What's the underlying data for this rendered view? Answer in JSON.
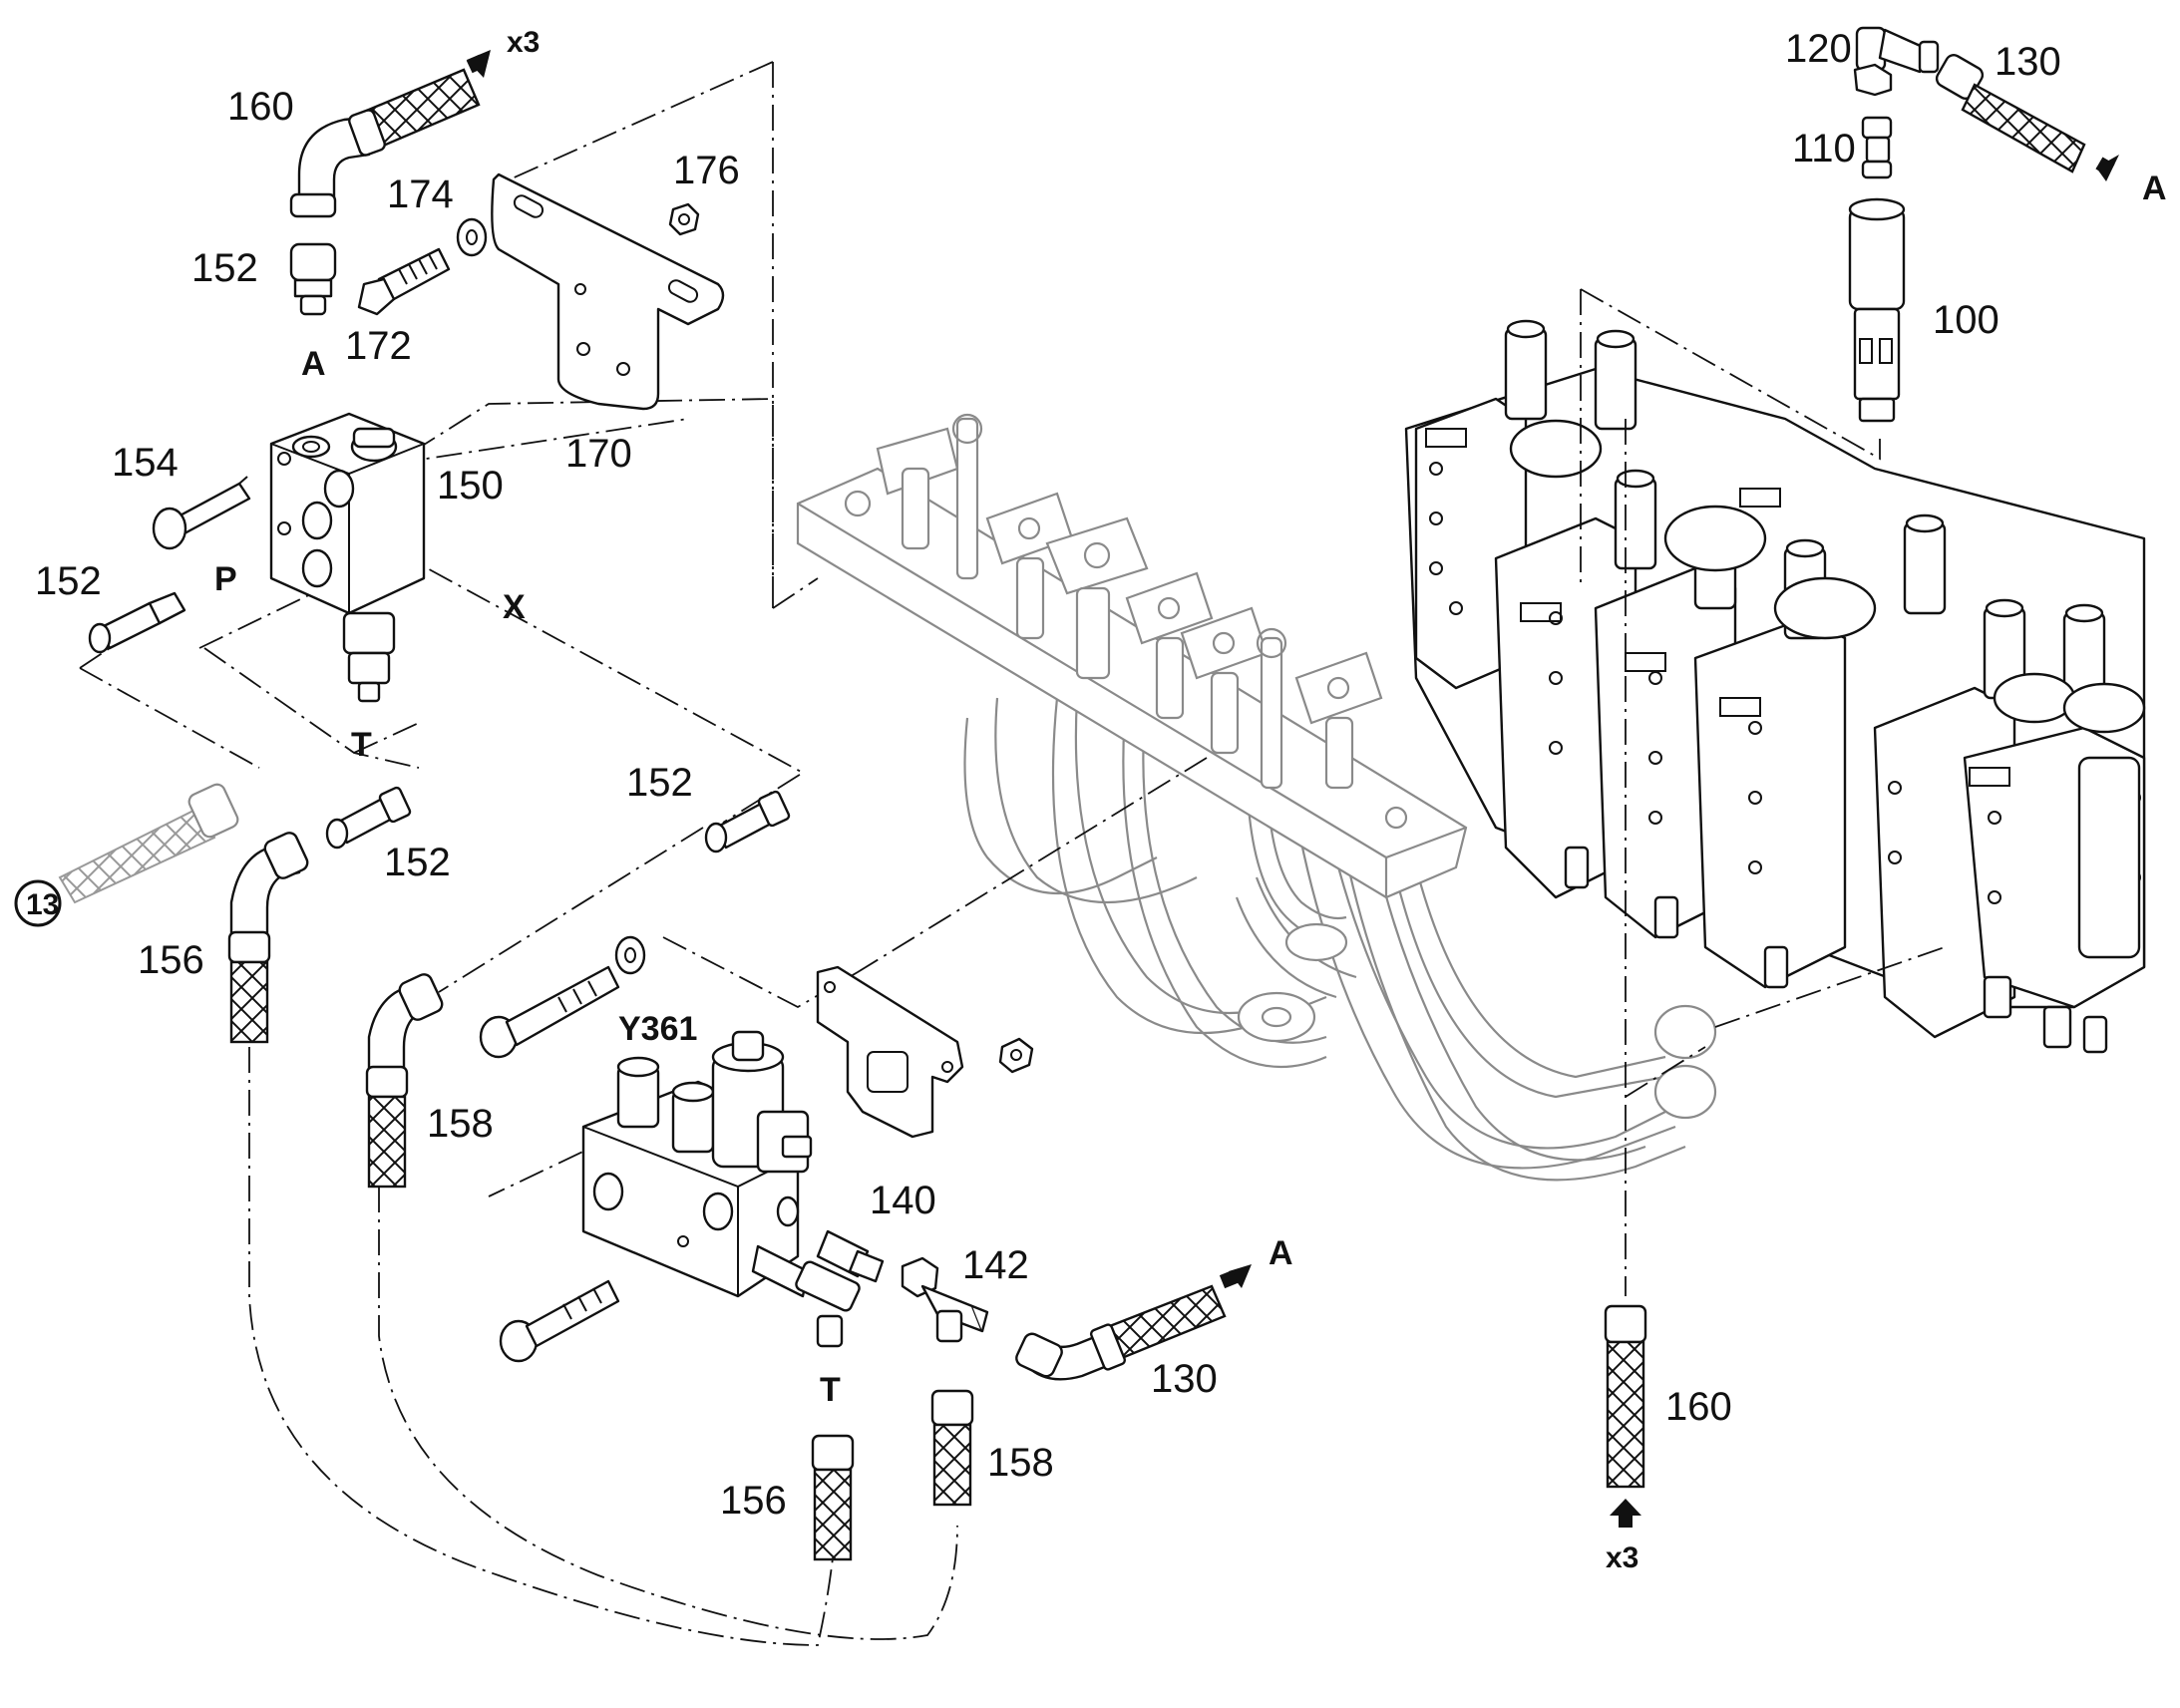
{
  "callouts": {
    "c100": "100",
    "c110": "110",
    "c120": "120",
    "c130a": "130",
    "c130b": "130",
    "c140": "140",
    "c142": "142",
    "c150": "150",
    "c152a": "152",
    "c152b": "152",
    "c152c": "152",
    "c152d": "152",
    "c154": "154",
    "c156a": "156",
    "c156b": "156",
    "c158a": "158",
    "c158b": "158",
    "c160a": "160",
    "c160b": "160",
    "c170": "170",
    "c172": "172",
    "c174": "174",
    "c176": "176"
  },
  "ports": {
    "a_top": "A",
    "p": "P",
    "x": "X",
    "t_left": "T",
    "t_bottom": "T",
    "a_right_top": "A",
    "a_right_mid": "A"
  },
  "multipliers": {
    "x3_top": "x3",
    "x3_bottom": "x3"
  },
  "reference": {
    "circle": "13"
  },
  "component": {
    "solenoid": "Y361"
  }
}
